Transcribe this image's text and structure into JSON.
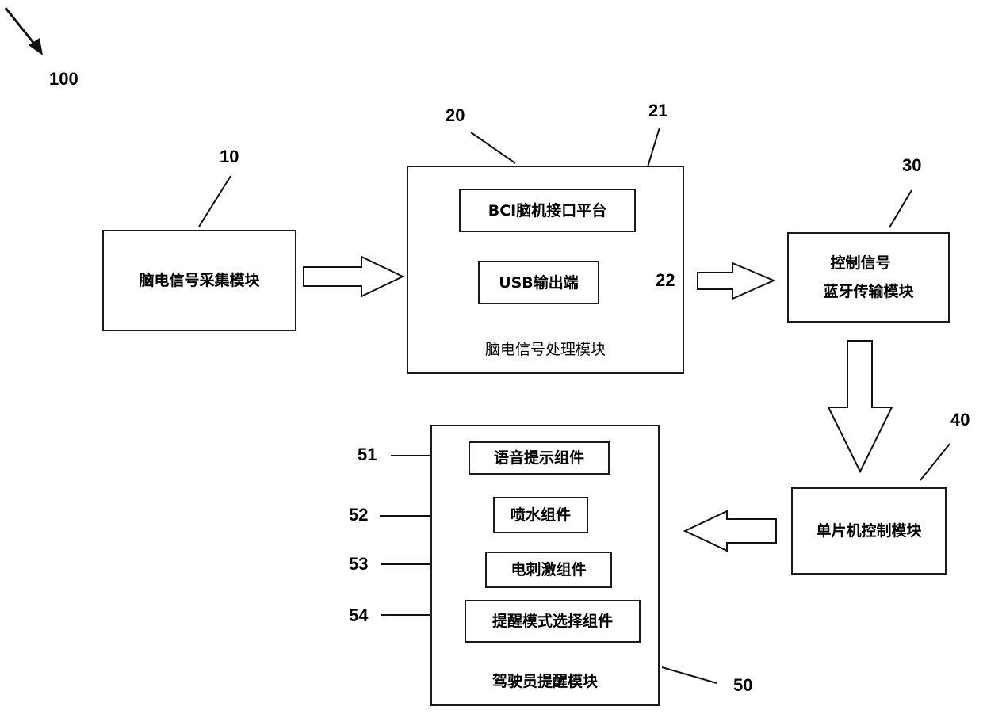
{
  "figure_ref": "100",
  "modules": {
    "m10": {
      "ref": "10",
      "label": "脑电信号采集模块"
    },
    "m20": {
      "ref": "20",
      "label": "脑电信号处理模块",
      "sub21": {
        "ref": "21",
        "label": "BCI脑机接口平台"
      },
      "sub22": {
        "ref": "22",
        "label": "USB输出端"
      }
    },
    "m30": {
      "ref": "30",
      "label_line1": "控制信号",
      "label_line2": "蓝牙传输模块"
    },
    "m40": {
      "ref": "40",
      "label": "单片机控制模块"
    },
    "m50": {
      "ref": "50",
      "label": "驾驶员提醒模块",
      "components": [
        {
          "ref": "51",
          "label": "语音提示组件"
        },
        {
          "ref": "52",
          "label": "喷水组件"
        },
        {
          "ref": "53",
          "label": "电刺激组件"
        },
        {
          "ref": "54",
          "label": "提醒模式选择组件"
        }
      ]
    }
  }
}
